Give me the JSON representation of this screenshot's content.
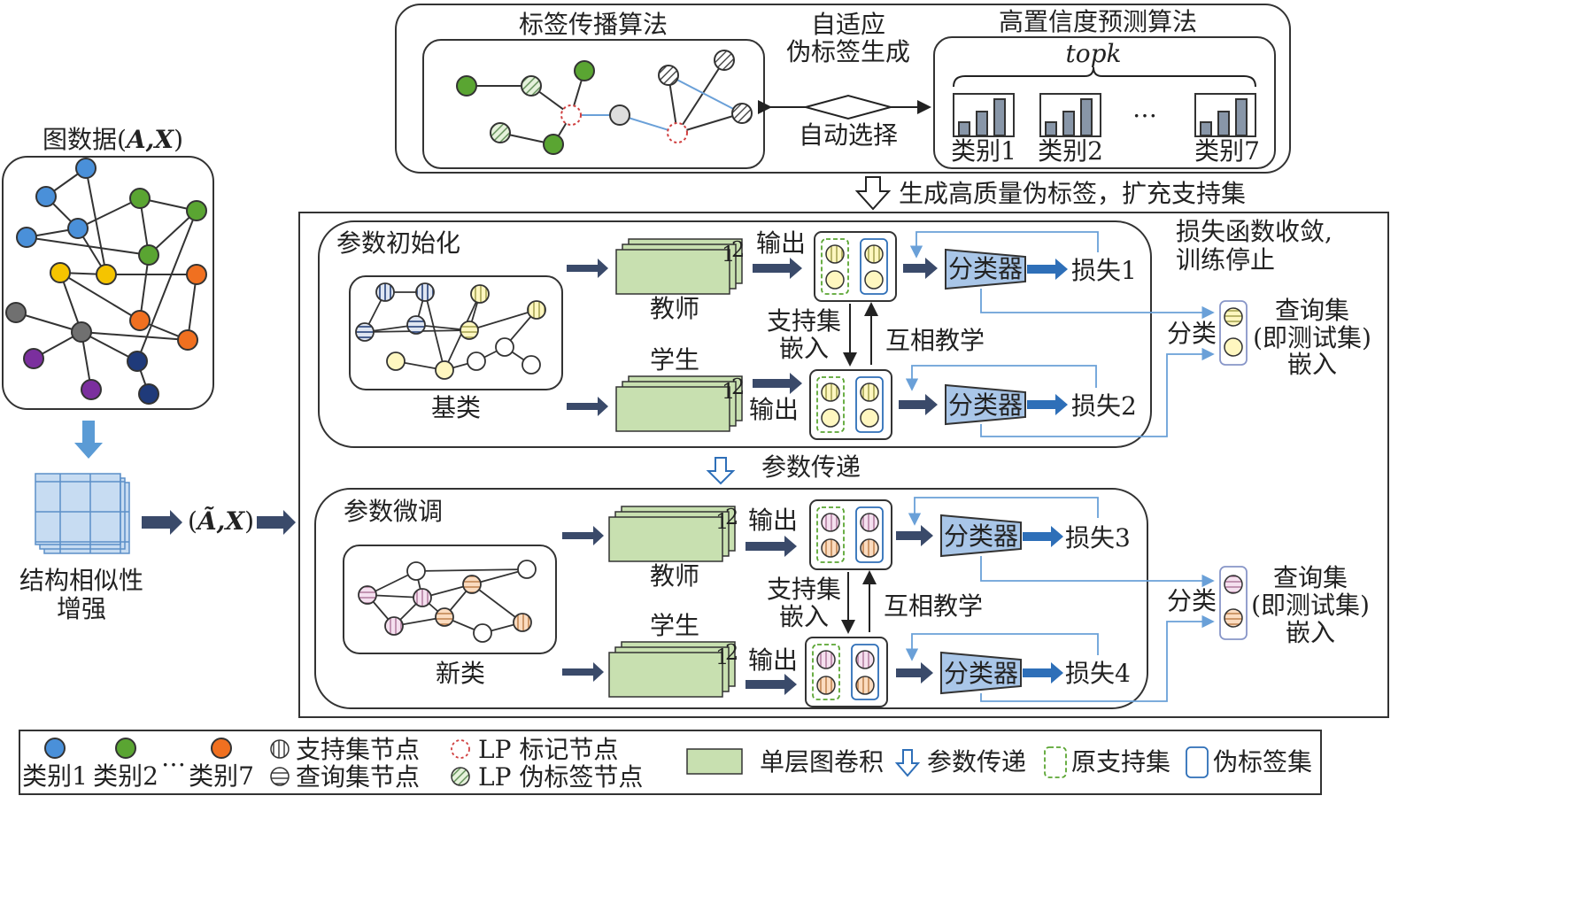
{
  "top": {
    "lp_title": "标签传播算法",
    "adaptive_line1": "自适应",
    "adaptive_line2": "伪标签生成",
    "auto_select": "自动选择",
    "hc_title": "高置信度预测算法",
    "topk": "topk",
    "cat1": "类别1",
    "cat2": "类别2",
    "dots": "…",
    "cat7": "类别7"
  },
  "arrow_text": "生成高质量伪标签，扩充支持集",
  "left": {
    "graph_title_pre": "图数据(",
    "graph_title_var": "A,X",
    "graph_title_post": ")",
    "enhance_line1": "结构相似性",
    "enhance_line2": "增强",
    "tilde_pre": "(",
    "tilde_var": "Ã,X",
    "tilde_post": ")"
  },
  "init": {
    "title": "参数初始化",
    "base_label": "基类",
    "teacher": "教师",
    "student": "学生",
    "output_top": "输出",
    "output_bottom": "输出",
    "support_line1": "支持集",
    "support_line2": "嵌入",
    "mutual": "互相教学",
    "classifier1": "分类器",
    "classifier2": "分类器",
    "loss1": "损失1",
    "loss2": "损失2",
    "converge_line1": "损失函数收敛,",
    "converge_line2": "训练停止",
    "classify": "分类",
    "query_line1": "查询集",
    "query_line2": "(即测试集)",
    "query_line3": "嵌入",
    "layer_num1": "1",
    "layer_num2": "2"
  },
  "transfer": "参数传递",
  "finetune": {
    "title": "参数微调",
    "novel_label": "新类",
    "teacher": "教师",
    "student": "学生",
    "output_top": "输出",
    "output_bottom": "输出",
    "support_line1": "支持集",
    "support_line2": "嵌入",
    "mutual": "互相教学",
    "classifier3": "分类器",
    "classifier4": "分类器",
    "loss3": "损失3",
    "loss4": "损失4",
    "classify": "分类",
    "query_line1": "查询集",
    "query_line2": "(即测试集)",
    "query_line3": "嵌入",
    "layer_num1": "1",
    "layer_num2": "2"
  },
  "legend": {
    "cat1": "类别1",
    "cat2": "类别2",
    "dots": "…",
    "cat7": "类别7",
    "support_node": "支持集节点",
    "query_node": "查询集节点",
    "lp_marked": "LP 标记节点",
    "lp_pseudo": "LP 伪标签节点",
    "gcn_layer": "单层图卷积",
    "param_transfer": "参数传递",
    "orig_support": "原支持集",
    "pseudo_set": "伪标签集"
  },
  "colors": {
    "blue_node": "#4a90d9",
    "green_node": "#5aa532",
    "orange_node": "#f07020",
    "yellow_node": "#f5c400",
    "gray_node": "#707070",
    "purple_node": "#7b2f9e",
    "navy_node": "#1f3a7a",
    "layer_green": "#c8e0b0",
    "classifier_blue": "#a9c6e8",
    "arrow_dark": "#3a4a6a",
    "arrow_blue": "#2e6fb8",
    "line_blue": "#6aa0d8"
  }
}
